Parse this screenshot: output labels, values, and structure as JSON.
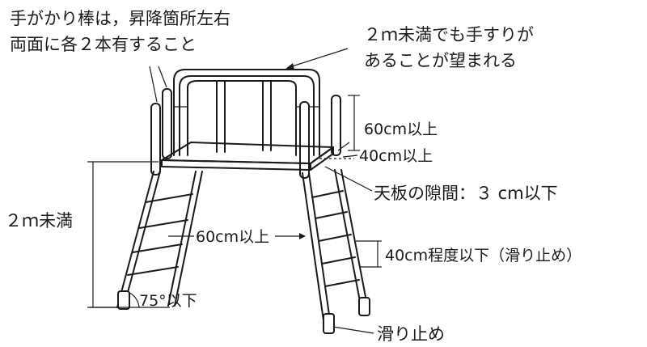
{
  "labels": {
    "handrail_line1": "手がかり棒は，昇降箇所左右",
    "handrail_line2": "両面に各２本有すること",
    "rail_line1": "２ｍ未満でも手すりが",
    "rail_line2": "あることが望まれる",
    "rail_height": "60cm以上",
    "gap_width": "40cm以上",
    "top_gap": "天板の隙間：３ cm以下",
    "total_height": "２ｍ未満",
    "ladder_width": "60cm以上",
    "step_spacing": "40cm程度以下（滑り止め）",
    "angle": "75°以下",
    "anti_slip": "滑り止め"
  }
}
